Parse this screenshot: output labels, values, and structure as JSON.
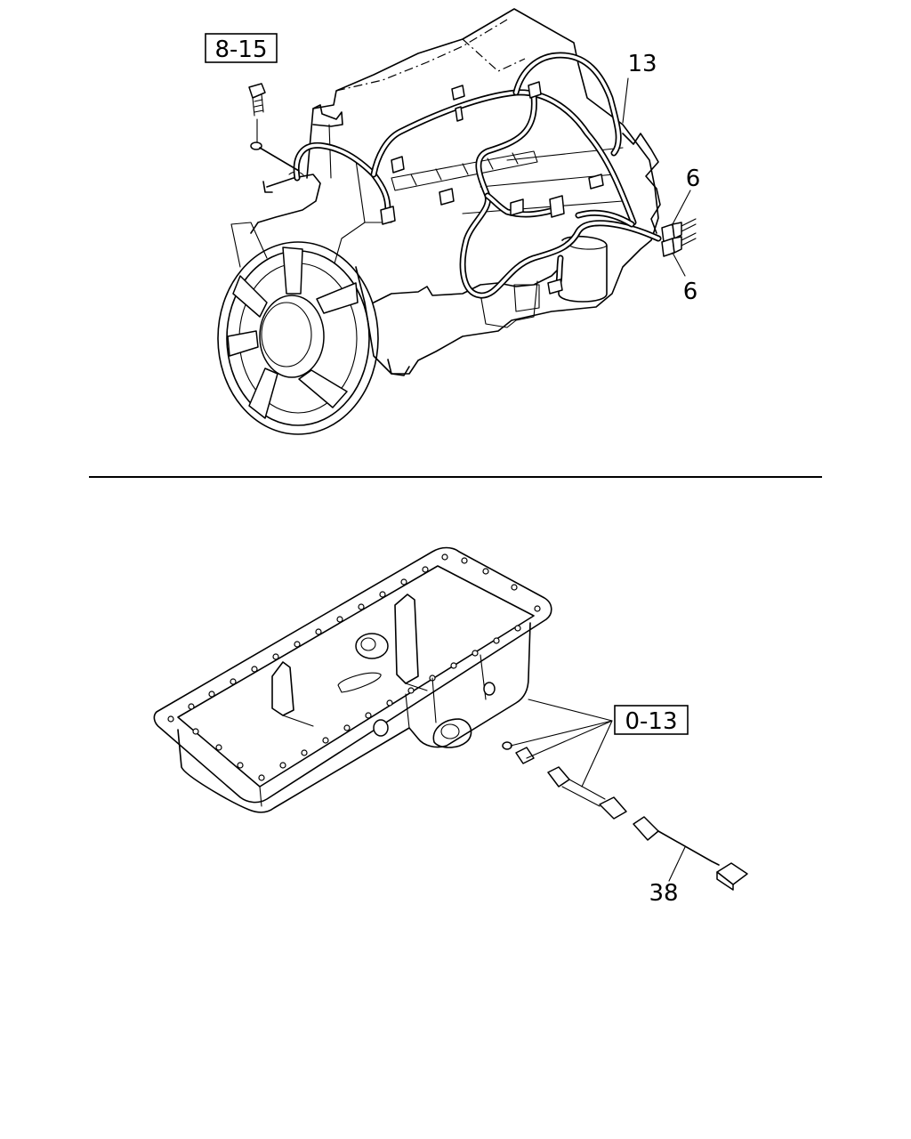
{
  "callouts": {
    "ref_engine": "8-15",
    "harness": "13",
    "connector_upper": "6",
    "connector_lower": "6",
    "ref_oil_pan": "0-13",
    "sensor_cable": "38"
  }
}
